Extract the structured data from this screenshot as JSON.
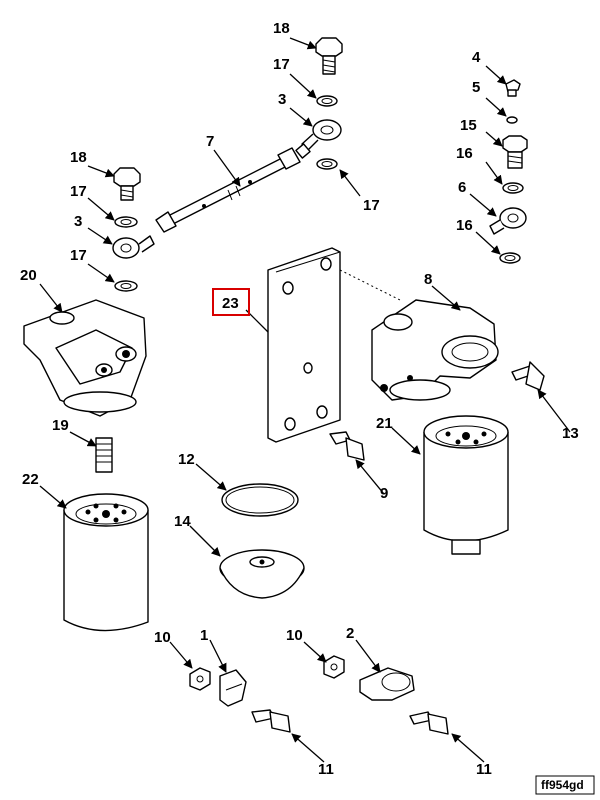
{
  "diagram": {
    "figure_id": "ff954gd",
    "highlight_color": "#d80000",
    "highlighted_callout": "23",
    "callouts": [
      {
        "id": "c-18-top",
        "label": "18"
      },
      {
        "id": "c-17-top",
        "label": "17"
      },
      {
        "id": "c-3-top",
        "label": "3"
      },
      {
        "id": "c-17-right",
        "label": "17"
      },
      {
        "id": "c-4",
        "label": "4"
      },
      {
        "id": "c-5",
        "label": "5"
      },
      {
        "id": "c-15",
        "label": "15"
      },
      {
        "id": "c-16-a",
        "label": "16"
      },
      {
        "id": "c-6",
        "label": "6"
      },
      {
        "id": "c-16-b",
        "label": "16"
      },
      {
        "id": "c-7",
        "label": "7"
      },
      {
        "id": "c-18-left",
        "label": "18"
      },
      {
        "id": "c-17-left-a",
        "label": "17"
      },
      {
        "id": "c-3-left",
        "label": "3"
      },
      {
        "id": "c-17-left-b",
        "label": "17"
      },
      {
        "id": "c-20",
        "label": "20"
      },
      {
        "id": "c-23",
        "label": "23"
      },
      {
        "id": "c-8",
        "label": "8"
      },
      {
        "id": "c-13",
        "label": "13"
      },
      {
        "id": "c-21",
        "label": "21"
      },
      {
        "id": "c-19",
        "label": "19"
      },
      {
        "id": "c-9",
        "label": "9"
      },
      {
        "id": "c-12",
        "label": "12"
      },
      {
        "id": "c-22",
        "label": "22"
      },
      {
        "id": "c-14",
        "label": "14"
      },
      {
        "id": "c-10-left",
        "label": "10"
      },
      {
        "id": "c-1",
        "label": "1"
      },
      {
        "id": "c-10-right",
        "label": "10"
      },
      {
        "id": "c-2",
        "label": "2"
      },
      {
        "id": "c-11-left",
        "label": "11"
      },
      {
        "id": "c-11-right",
        "label": "11"
      }
    ]
  }
}
